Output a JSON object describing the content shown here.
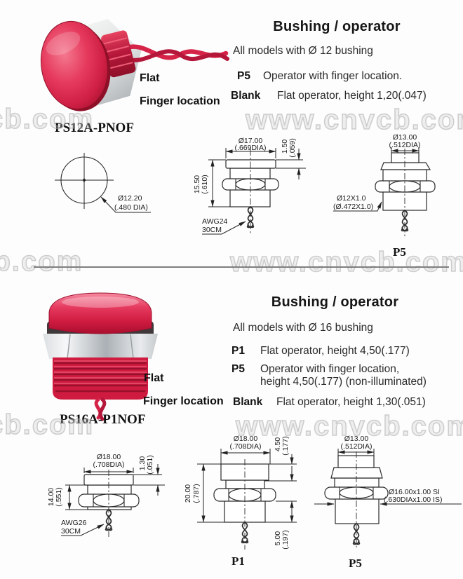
{
  "colors": {
    "button_red": "#d61f44",
    "metal_silver": "#c9cdd1",
    "line_art": "#2b2b2b",
    "watermark_gray": "#c8c8c8",
    "divider_gray": "#7f7f7f"
  },
  "wm": {
    "full": "www.cnvcb.com",
    "cb": "cb.com",
    "vcb": "vcb.com"
  },
  "s12": {
    "photo": {
      "model": "PS12A-PNOF",
      "label_flat": "Flat",
      "label_finger": "Finger location"
    },
    "info": {
      "heading": "Bushing / operator",
      "subtitle": "All models with Ø 12 bushing",
      "options": [
        {
          "code": "P5",
          "desc": "Operator with finger location."
        },
        {
          "code": "Blank",
          "desc": "Flat operator, height 1,20(.047)"
        }
      ]
    },
    "drawings": {
      "front": {
        "dia": "Ø12.20",
        "dia_in": "(.480 DIA)"
      },
      "side": {
        "dia": "Ø17.00",
        "dia_in": "(.669DIA)",
        "lip": "1.50",
        "lip_in": "(.059)",
        "height": "15.50",
        "height_in": "(.610)",
        "wire_gauge": "AWG24",
        "wire_len": "30CM"
      },
      "p5": {
        "dia": "Ø13.00",
        "dia_in": "(.512DIA)",
        "thread": "Ø12X1.0",
        "thread_in": "(Ø.472X1.0)",
        "caption": "P5"
      }
    }
  },
  "s16": {
    "photo": {
      "model": "PS16A-P1NOF",
      "label_flat": "Flat",
      "label_finger": "Finger location"
    },
    "info": {
      "heading": "Bushing / operator",
      "subtitle": "All models with Ø 16 bushing",
      "options": [
        {
          "code": "P1",
          "desc": "Flat operator, height 4,50(.177)"
        },
        {
          "code": "P5",
          "desc": "Operator with finger location,",
          "desc2": "height 4,50(.177) (non-illuminated)"
        },
        {
          "code": "Blank",
          "desc": "Flat operator, height 1,30(.051)"
        }
      ]
    },
    "drawings": {
      "side": {
        "dia": "Ø18.00",
        "dia_in": "(.708DIA)",
        "lip": "1.30",
        "lip_in": "(.051)",
        "height": "14.00",
        "height_in": "(.551)",
        "wire_gauge": "AWG26",
        "wire_len": "30CM"
      },
      "p1": {
        "dia": "Ø18.00",
        "dia_in": "(.708DIA)",
        "height": "20.00",
        "height_in": "(.787)",
        "op": "4.50",
        "op_in": "(.177)",
        "tail": "5.00",
        "tail_in": "(.197)",
        "caption": "P1"
      },
      "p5": {
        "dia": "Ø13.00",
        "dia_in": "(.512DIA)",
        "thread": "Ø16.00x1.00 SI",
        "thread_in": "(.630DIAx1.00 IS)",
        "caption": "P5"
      }
    }
  }
}
